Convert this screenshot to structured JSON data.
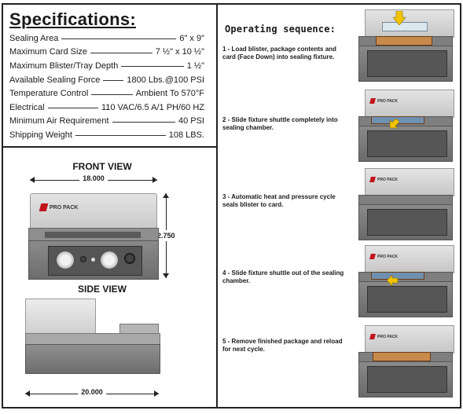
{
  "specifications": {
    "title": "Specifications:",
    "rows": [
      {
        "label": "Sealing Area",
        "value": "6\" x 9\""
      },
      {
        "label": "Maximum Card Size",
        "value": "7 ½\" x 10 ½\""
      },
      {
        "label": "Maximum Blister/Tray Depth",
        "value": "1 ½\""
      },
      {
        "label": "Available Sealing Force",
        "value": "1800 Lbs.@100 PSI"
      },
      {
        "label": "Temperature Control",
        "value": "Ambient To 570°F"
      },
      {
        "label": "Electrical",
        "value": "110 VAC/6.5 A/1 PH/60 HZ"
      },
      {
        "label": "Minimum Air Requirement",
        "value": "40 PSI"
      },
      {
        "label": "Shipping Weight",
        "value": "108 LBS."
      }
    ]
  },
  "front_view": {
    "title": "FRONT VIEW",
    "width_dim": "18.000",
    "height_dim": "12.750",
    "logo_text": "PRO PACK"
  },
  "side_view": {
    "title": "SIDE VIEW",
    "width_dim": "20.000"
  },
  "operating_sequence": {
    "title": "Operating sequence:",
    "steps": [
      {
        "text": "1 - Load blister, package contents and card (Face Down) into sealing fixture."
      },
      {
        "text": "2 - Slide fixture shuttle completely into sealing chamber."
      },
      {
        "text": "3 - Automatic heat and pressure cycle seals blister to card."
      },
      {
        "text": "4 - Slide fixture shuttle out of the sealing chamber."
      },
      {
        "text": "5 - Remove finished package and reload for next cycle."
      }
    ],
    "logo_text": "PRO PACK"
  },
  "colors": {
    "brand_red": "#c0141c",
    "arrow_yellow": "#f2c400",
    "machine_gray": "#8a8a8a"
  }
}
